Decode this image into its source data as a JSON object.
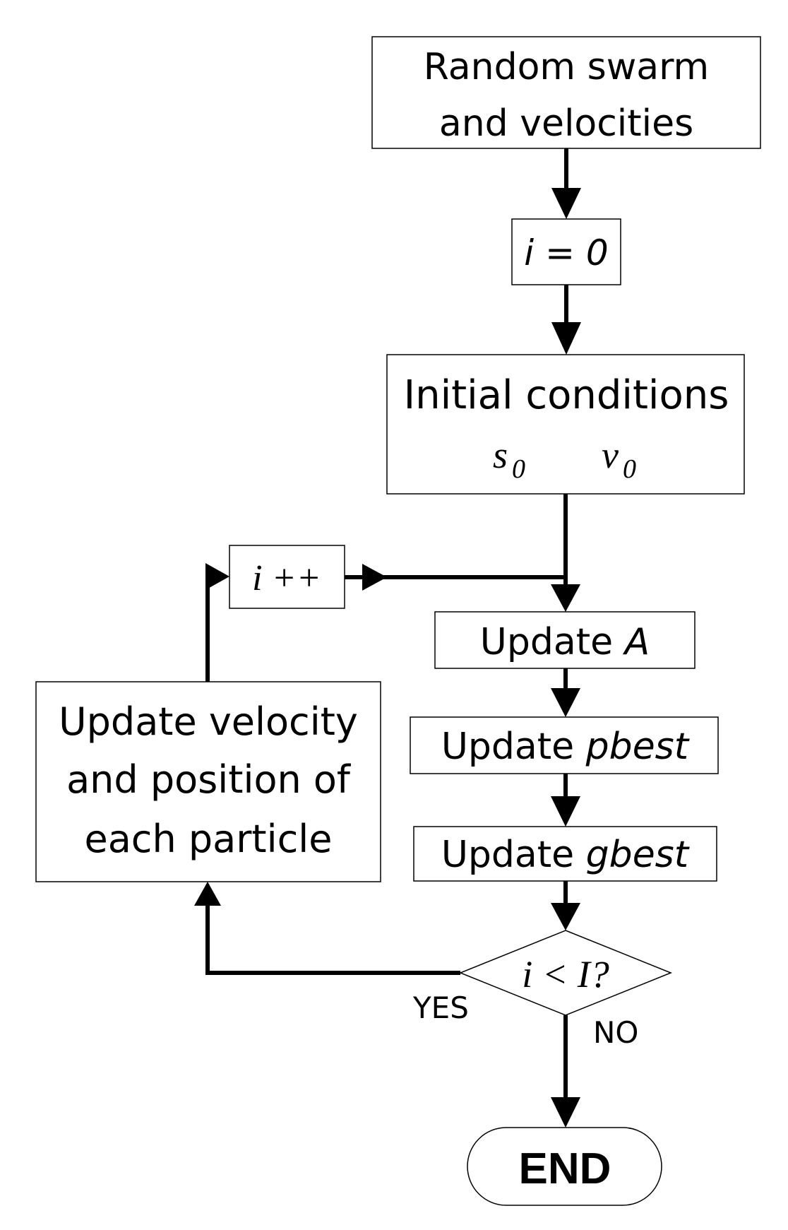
{
  "nodes": {
    "random_swarm": {
      "line1": "Random swarm",
      "line2": "and velocities"
    },
    "init_counter": {
      "text": "i = 0"
    },
    "initial_conditions": {
      "title": "Initial conditions",
      "s": "s",
      "s_sub": "0",
      "v": "v",
      "v_sub": "0"
    },
    "increment": {
      "text": "i ++"
    },
    "update_a": {
      "prefix": "Update ",
      "var": "A"
    },
    "update_pbest": {
      "prefix": "Update ",
      "var": "pbest"
    },
    "update_gbest": {
      "prefix": "Update ",
      "var": "gbest"
    },
    "update_velocity": {
      "line1": "Update velocity",
      "line2": "and position of",
      "line3": "each particle"
    },
    "decision": {
      "text": "i < I?"
    },
    "end": {
      "text": "END"
    }
  },
  "edge_labels": {
    "yes": "YES",
    "no": "NO"
  },
  "colors": {
    "stroke": "#000000",
    "background": "#ffffff"
  }
}
